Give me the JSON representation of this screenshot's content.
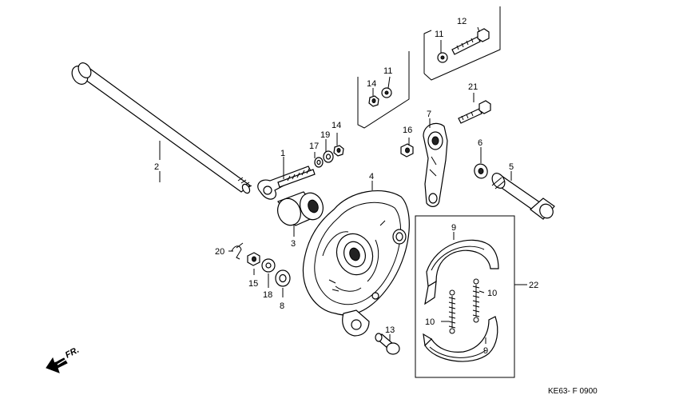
{
  "diagram": {
    "code": "KE63- F 0900",
    "direction_label": "FR.",
    "callouts": [
      {
        "id": "c1",
        "text": "1"
      },
      {
        "id": "c2",
        "text": "2"
      },
      {
        "id": "c3",
        "text": "3"
      },
      {
        "id": "c4",
        "text": "4"
      },
      {
        "id": "c5",
        "text": "5"
      },
      {
        "id": "c6",
        "text": "6"
      },
      {
        "id": "c7",
        "text": "7"
      },
      {
        "id": "c8",
        "text": "8"
      },
      {
        "id": "c9a",
        "text": "9"
      },
      {
        "id": "c9b",
        "text": "9"
      },
      {
        "id": "c10a",
        "text": "10"
      },
      {
        "id": "c10b",
        "text": "10"
      },
      {
        "id": "c11a",
        "text": "11"
      },
      {
        "id": "c11b",
        "text": "11"
      },
      {
        "id": "c12",
        "text": "12"
      },
      {
        "id": "c13",
        "text": "13"
      },
      {
        "id": "c14a",
        "text": "14"
      },
      {
        "id": "c14b",
        "text": "14"
      },
      {
        "id": "c15",
        "text": "15"
      },
      {
        "id": "c16",
        "text": "16"
      },
      {
        "id": "c17",
        "text": "17"
      },
      {
        "id": "c18",
        "text": "18"
      },
      {
        "id": "c19",
        "text": "19"
      },
      {
        "id": "c20",
        "text": "20"
      },
      {
        "id": "c21",
        "text": "21"
      },
      {
        "id": "c22",
        "text": "22"
      }
    ]
  }
}
